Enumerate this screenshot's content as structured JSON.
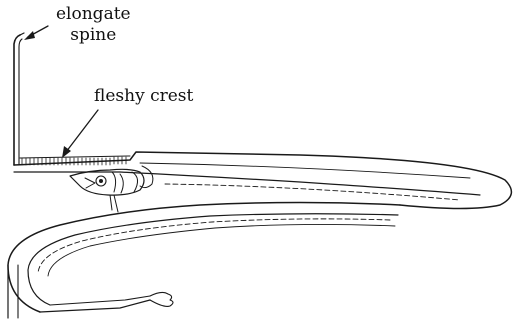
{
  "labels": {
    "elongate_spine": [
      "elongate",
      "spine"
    ],
    "fleshy_crest": "fleshy crest"
  },
  "colors": {
    "ink": "#1a1a1a",
    "background": "#ffffff"
  }
}
